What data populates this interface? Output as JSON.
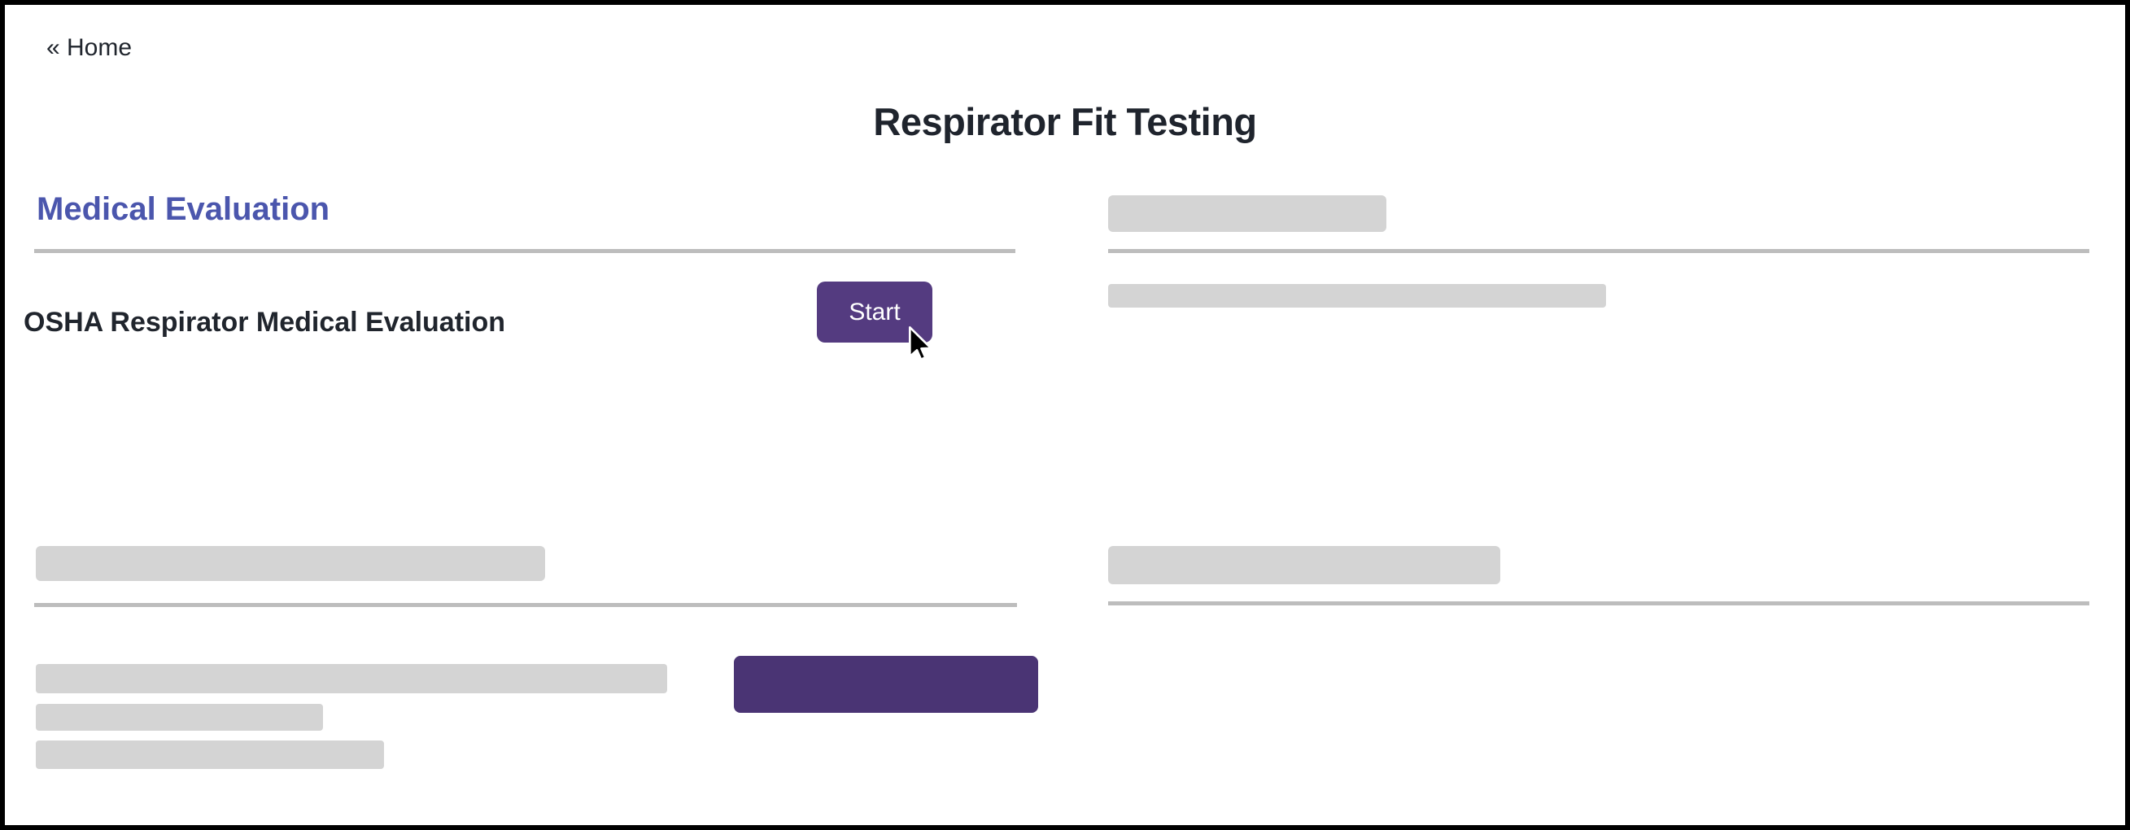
{
  "header": {
    "back_link": "« Home",
    "title": "Respirator Fit Testing"
  },
  "sections": {
    "medical_evaluation": {
      "heading": "Medical Evaluation",
      "items": [
        {
          "label": "OSHA Respirator Medical Evaluation",
          "action_label": "Start"
        }
      ]
    }
  },
  "icons": {
    "cursor": "mouse-cursor-arrow"
  },
  "colors": {
    "heading_accent": "#4b56ad",
    "start_button": "#543b80",
    "placeholder_button": "#4a3474",
    "placeholder_bar": "#d4d4d4",
    "divider": "#bdbdbd",
    "text": "#20252d",
    "page_border": "#000000",
    "background": "#ffffff"
  }
}
